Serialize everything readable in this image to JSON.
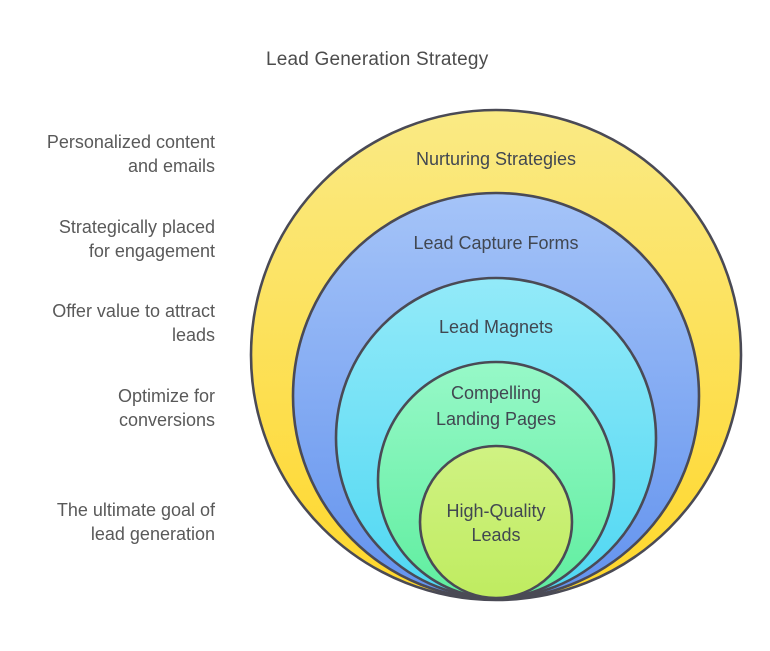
{
  "title": "Lead Generation Strategy",
  "colors": {
    "background": "#FFFFFF",
    "ring_stroke": "#4A4A55",
    "ring_label_text": "#414751",
    "annotation_text": "#595959",
    "title_text": "#4C4C4C"
  },
  "rings": [
    {
      "label": "Nurturing Strategies",
      "lines": [
        "Nurturing Strategies"
      ],
      "annotation_lines": [
        "Personalized content",
        "and emails"
      ],
      "fill_top": "#FAEA85",
      "fill_bottom": "#FFD72A"
    },
    {
      "label": "Lead Capture Forms",
      "lines": [
        "Lead Capture Forms"
      ],
      "annotation_lines": [
        "Strategically placed",
        "for engagement"
      ],
      "fill_top": "#A5C4F8",
      "fill_bottom": "#6292EE"
    },
    {
      "label": "Lead Magnets",
      "lines": [
        "Lead Magnets"
      ],
      "annotation_lines": [
        "Offer value to attract",
        "leads"
      ],
      "fill_top": "#93EAF9",
      "fill_bottom": "#4ED7F2"
    },
    {
      "label": "Compelling Landing Pages",
      "lines": [
        "Compelling",
        "Landing Pages"
      ],
      "annotation_lines": [
        "Optimize for",
        "conversions"
      ],
      "fill_top": "#97F8C8",
      "fill_bottom": "#5FEE9F"
    },
    {
      "label": "High-Quality Leads",
      "lines": [
        "High-Quality",
        "Leads"
      ],
      "annotation_lines": [
        "The ultimate goal of",
        "lead generation"
      ],
      "fill_top": "#D0F283",
      "fill_bottom": "#BFEC60"
    }
  ]
}
